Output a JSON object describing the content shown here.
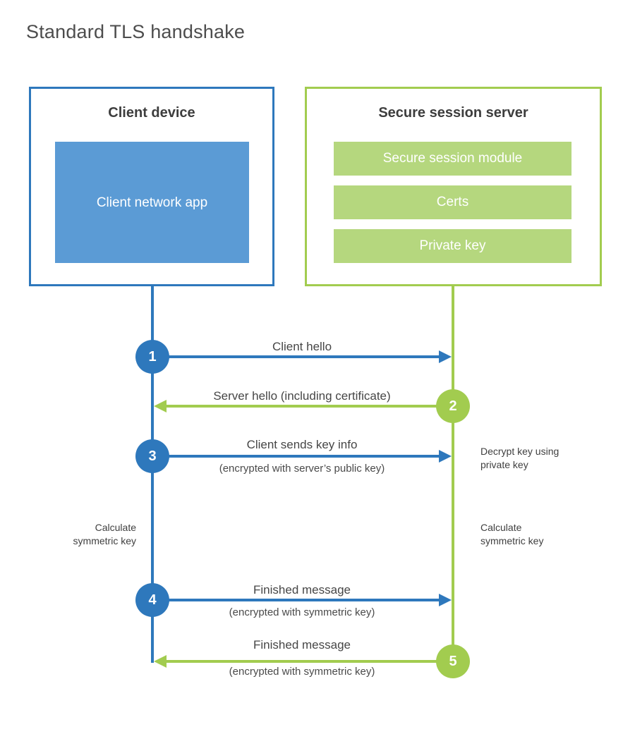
{
  "title": "Standard TLS handshake",
  "client": {
    "title": "Client device",
    "app_label": "Client network app"
  },
  "server": {
    "title": "Secure session server",
    "modules": [
      "Secure session module",
      "Certs",
      "Private key"
    ]
  },
  "steps": [
    {
      "num": "1",
      "label": "Client hello",
      "from": "client",
      "to": "server"
    },
    {
      "num": "2",
      "label": "Server hello (including certificate)",
      "from": "server",
      "to": "client"
    },
    {
      "num": "3",
      "label": "Client sends key info",
      "sub": "(encrypted with server’s public key)",
      "from": "client",
      "to": "server"
    },
    {
      "num": "4",
      "label": "Finished message",
      "sub": "(encrypted with symmetric key)",
      "from": "client",
      "to": "server"
    },
    {
      "num": "5",
      "label": "Finished message",
      "sub": "(encrypted with symmetric key)",
      "from": "server",
      "to": "client"
    }
  ],
  "annotations": {
    "decrypt": "Decrypt key using private key",
    "calculate_client": "Calculate symmetric key",
    "calculate_server": "Calculate symmetric key"
  },
  "colors": {
    "blue": "#2E78BC",
    "blue_light": "#5B9BD5",
    "green": "#A2CC4F",
    "green_light": "#B5D77E"
  }
}
